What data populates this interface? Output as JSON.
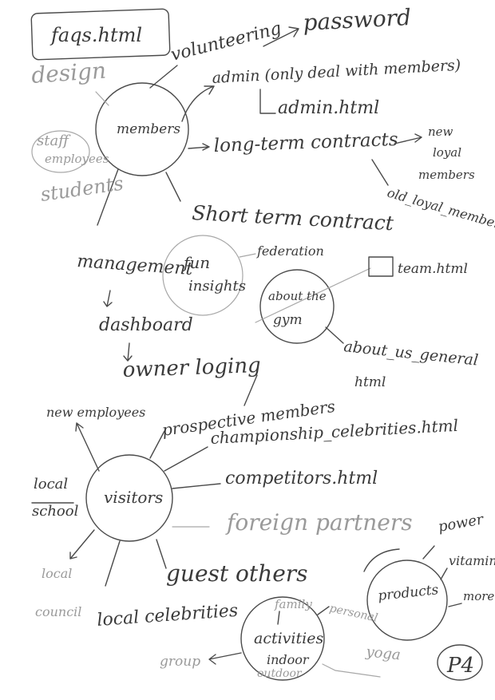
{
  "top": {
    "faqs": "faqs.html",
    "design": "design",
    "volunteering": "volunteering",
    "password": "password",
    "admin": "admin (only deal with members)",
    "admin_html": "admin.html"
  },
  "members_cluster": {
    "center": "members",
    "long_term": "long-term contracts",
    "new_loyal": [
      "new",
      "loyal",
      "members"
    ],
    "old_loyal": "old_loyal_members",
    "faint_left": [
      "staff",
      "employees",
      "students"
    ],
    "short_term": "Short term contract"
  },
  "fun_cluster": {
    "fun_insights": [
      "fun",
      "insights"
    ],
    "federation": "federation",
    "about_gym": [
      "about the",
      "gym"
    ],
    "team_html": "team.html",
    "about_us": "about_us_general",
    "about_us_ext": "html"
  },
  "management": {
    "management": "management",
    "dashboard": "dashboard",
    "owner_login": "owner loging"
  },
  "visitors_cluster": {
    "center": "visitors",
    "new_employees": "new employees",
    "prospective": "prospective members",
    "championship": "championship_celebrities.html",
    "competitors": "competitors.html",
    "foreign": "foreign partners",
    "guest": "guest others",
    "local_school": [
      "local",
      "school"
    ],
    "local_council": [
      "local",
      "council"
    ],
    "local_celebrities": "local celebrities"
  },
  "products_cluster": {
    "center": "products",
    "power": "power",
    "vitamin": "vitamin",
    "more": "more"
  },
  "activities_cluster": {
    "center": "activities",
    "family": "family",
    "personal": "personal",
    "yoga": "yoga",
    "group": "group",
    "indoor": "indoor",
    "outdoor": "outdoor",
    "page": "P4"
  }
}
